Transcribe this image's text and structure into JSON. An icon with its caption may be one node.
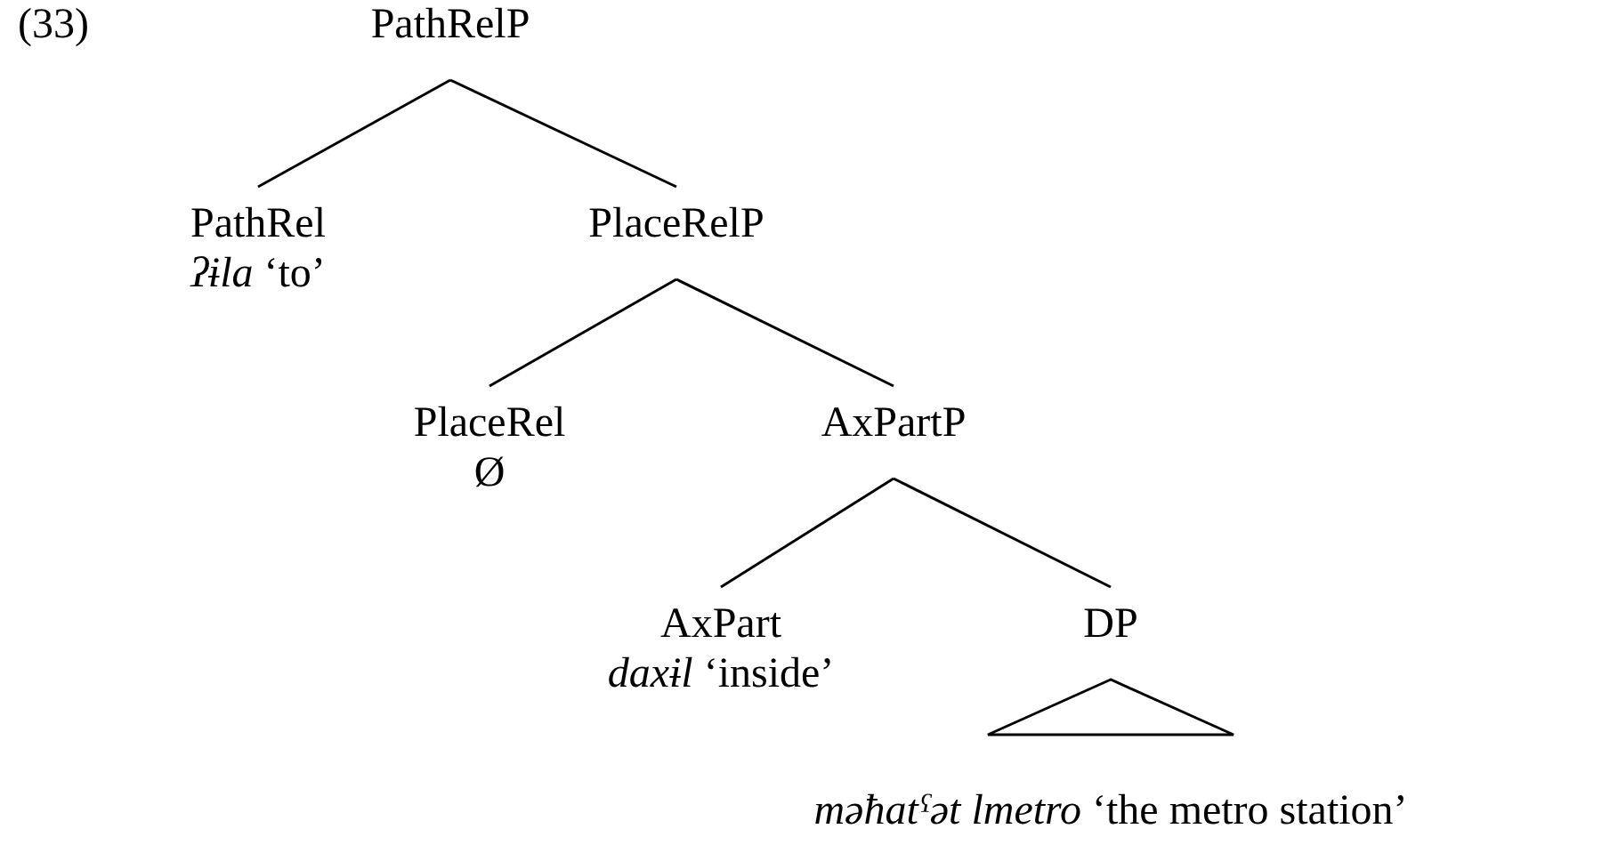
{
  "diagram": {
    "nodes": [
      {
        "text": [
          "PathRelP"
        ]
      },
      {
        "text": [
          "PathRel",
          "*ʔɨla* ‘to’"
        ]
      },
      {
        "text": [
          "PlaceRelP"
        ]
      },
      {
        "text": [
          "PlaceRel",
          "Ø"
        ]
      },
      {
        "text": [
          "AxPartP"
        ]
      },
      {
        "text": [
          "AxPart",
          "*daxɨl* ‘inside’"
        ]
      },
      {
        "text": [
          "DP"
        ]
      },
      {
        "text": [
          "*məħatˤət lmetro* ‘the metro station’"
        ]
      }
    ],
    "edges": [
      {
        "from": 0,
        "to": 1,
        "arrow": "none"
      },
      {
        "from": 0,
        "to": 2,
        "arrow": "none"
      },
      {
        "from": 2,
        "to": 3,
        "arrow": "none"
      },
      {
        "from": 2,
        "to": 4,
        "arrow": "none"
      },
      {
        "from": 4,
        "to": 5,
        "arrow": "none"
      },
      {
        "from": 4,
        "to": 6,
        "arrow": "none"
      },
      {
        "from": 6,
        "to": 7,
        "arrow": "none"
      }
    ],
    "labels": [
      "(33)"
    ]
  }
}
